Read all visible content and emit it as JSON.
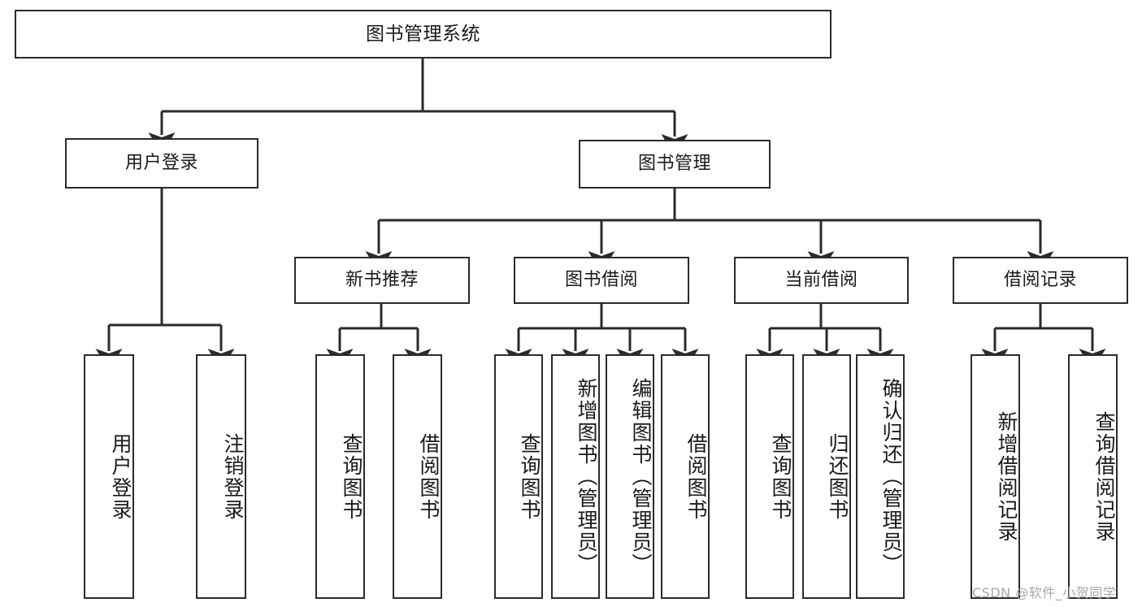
{
  "diagram": {
    "title": "图书管理系统",
    "watermark": "CSDN @软件_小贺同学",
    "colors": {
      "stroke": "#2b2b2b",
      "fill": "#ffffff",
      "text": "#1a1a1a",
      "watermark": "#a8a8a8"
    },
    "levels": {
      "root": {
        "label": "图书管理系统"
      },
      "level2": [
        {
          "label": "用户登录"
        },
        {
          "label": "图书管理"
        }
      ],
      "level3": [
        {
          "label": "新书推荐"
        },
        {
          "label": "图书借阅"
        },
        {
          "label": "当前借阅"
        },
        {
          "label": "借阅记录"
        }
      ],
      "leaves": {
        "user_login": [
          {
            "label": "用户登录"
          },
          {
            "label": "注销登录"
          }
        ],
        "new_book_recommend": [
          {
            "label": "查询图书"
          },
          {
            "label": "借阅图书"
          }
        ],
        "book_borrow": [
          {
            "label": "查询图书"
          },
          {
            "label": "新增图书（管理员）"
          },
          {
            "label": "编辑图书（管理员）"
          },
          {
            "label": "借阅图书"
          }
        ],
        "current_borrow": [
          {
            "label": "查询图书"
          },
          {
            "label": "归还图书"
          },
          {
            "label": "确认归还（管理员）"
          }
        ],
        "borrow_record": [
          {
            "label": "新增借阅记录"
          },
          {
            "label": "查询借阅记录"
          }
        ]
      }
    }
  }
}
